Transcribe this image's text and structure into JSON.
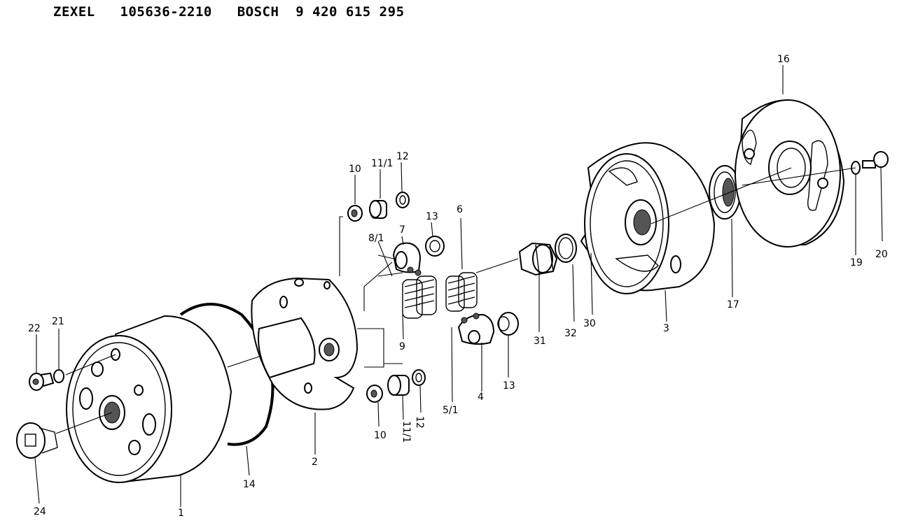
{
  "header": {
    "maker1": "ZEXEL",
    "part_no1": "105636-2210",
    "maker2": "BOSCH",
    "part_no2": "9 420 615 295"
  },
  "labels": [
    "1",
    "2",
    "3",
    "4",
    "5/1",
    "6",
    "7",
    "8/1",
    "9",
    "10",
    "11/1",
    "12",
    "13",
    "14",
    "16",
    "17",
    "19",
    "20",
    "21",
    "22",
    "24",
    "30",
    "31",
    "32"
  ],
  "callouts": {
    "c1": "1",
    "c2": "2",
    "c3": "3",
    "c4": "4",
    "c5_1": "5/1",
    "c6": "6",
    "c7": "7",
    "c8_1": "8/1",
    "c9": "9",
    "c10a": "10",
    "c10b": "10",
    "c11_1a": "11/1",
    "c11_1b": "11/1",
    "c12a": "12",
    "c12b": "12",
    "c13a": "13",
    "c13b": "13",
    "c14": "14",
    "c16": "16",
    "c17": "17",
    "c19": "19",
    "c20": "20",
    "c21": "21",
    "c22": "22",
    "c24": "24",
    "c30": "30",
    "c31": "31",
    "c32": "32"
  }
}
